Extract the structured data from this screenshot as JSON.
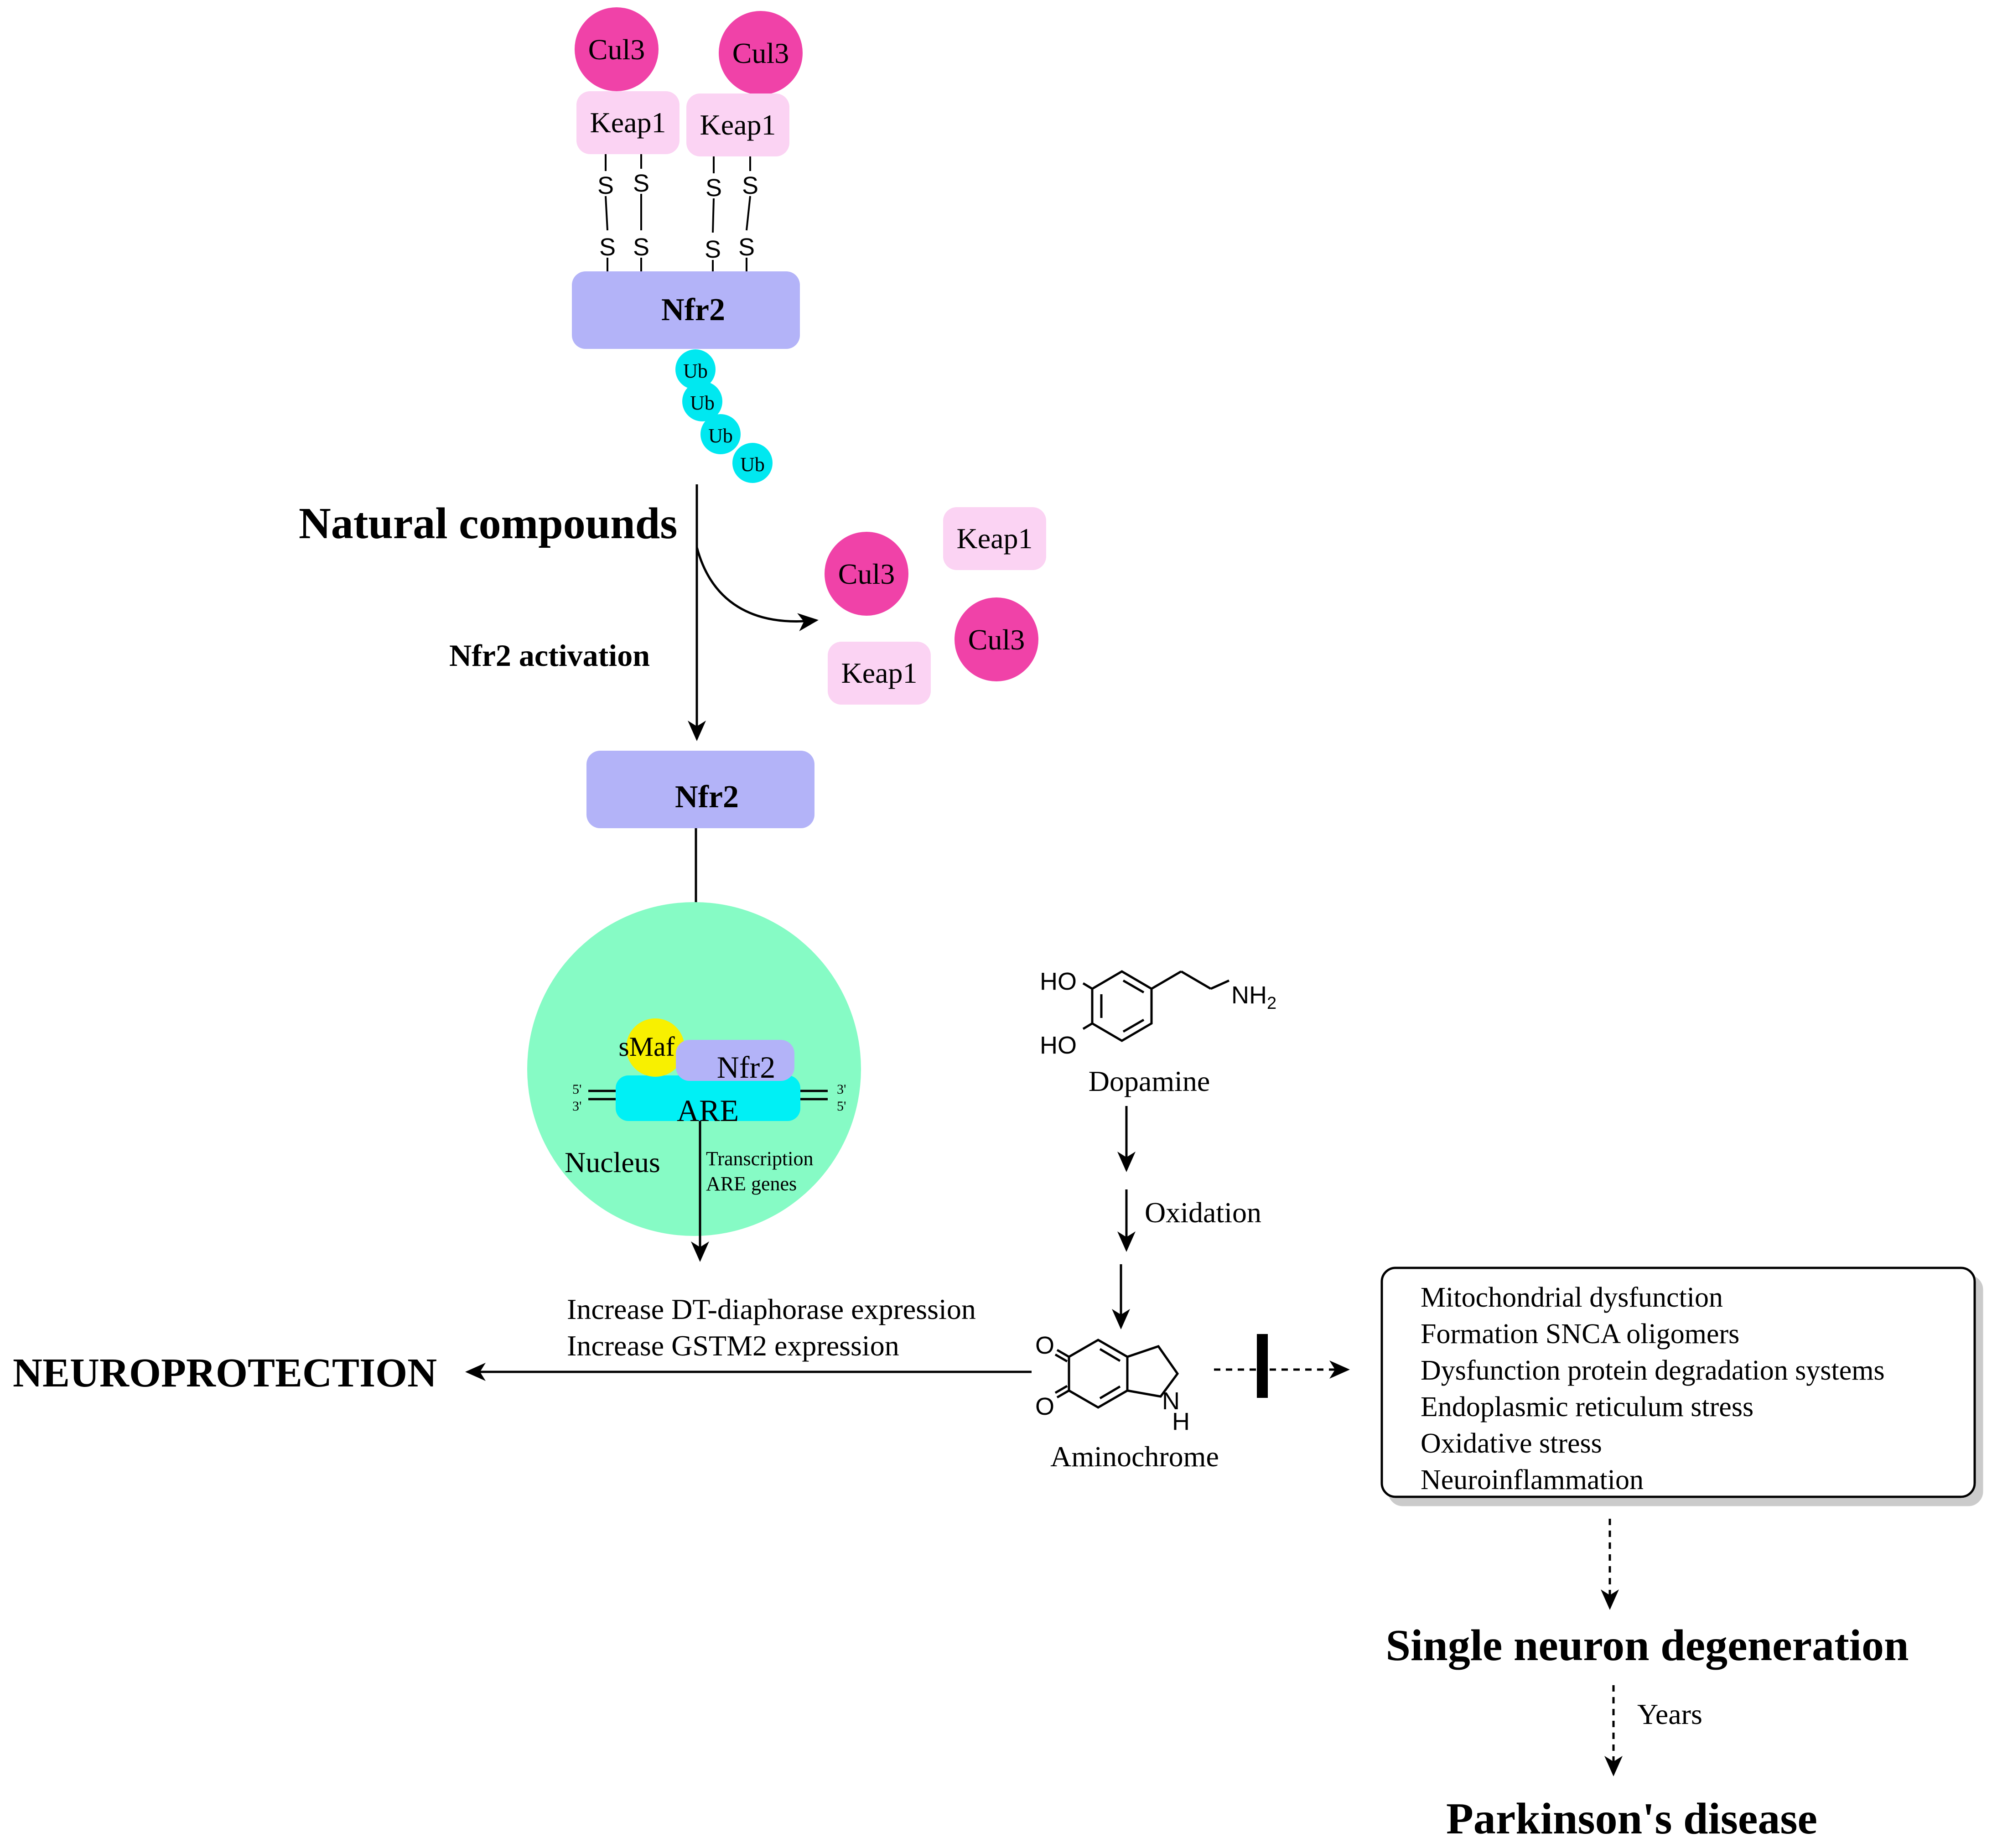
{
  "labels": {
    "cul3": "Cul3",
    "keap1": "Keap1",
    "nfr2": "Nfr2",
    "ub": "Ub",
    "s": "S",
    "smaf": "sMaf",
    "are": "ARE",
    "nucleus": "Nucleus",
    "five_prime": "5'",
    "three_prime": "3'",
    "transcription_line1": "Transcription",
    "transcription_line2": "ARE genes",
    "natural_compounds": "Natural compounds",
    "nfr2_activation": "Nfr2 activation",
    "increase_dt": "Increase DT-diaphorase expression",
    "increase_gstm2": "Increase GSTM2 expression",
    "neuroprotection": "NEUROPROTECTION",
    "dopamine": "Dopamine",
    "oxidation": "Oxidation",
    "aminochrome": "Aminochrome",
    "ho": "HO",
    "nh2": "NH",
    "nh2_sub": "2",
    "oxygen": "O",
    "n": "N",
    "h": "H",
    "single_neuron": "Single neuron degeneration",
    "years": "Years",
    "parkinsons": "Parkinson's disease"
  },
  "effects": [
    "Mitochondrial dysfunction",
    "Formation SNCA oligomers",
    "Dysfunction protein degradation systems",
    "Endoplasmic reticulum stress",
    "Oxidative stress",
    "Neuroinflammation"
  ],
  "colors": {
    "cul3": "#f042a8",
    "keap1": "#fbd3f3",
    "nfr2": "#b3b3f8",
    "ub": "#00e8f0",
    "nucleus": "#86fbc5",
    "smaf": "#f8f000",
    "are": "#00f0f5"
  }
}
